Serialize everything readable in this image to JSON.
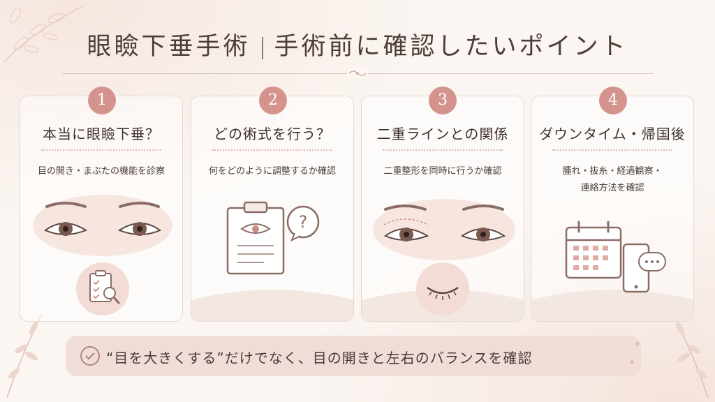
{
  "header": {
    "title_main": "眼瞼下垂手術",
    "title_sub": "手術前に確認したいポイント"
  },
  "cards": [
    {
      "num": "1",
      "title": "本当に眼瞼下垂？",
      "desc_lines": [
        "目の開き・まぶたの機能を診察"
      ],
      "icon": "clipboard-magnifier-icon"
    },
    {
      "num": "2",
      "title": "どの術式を行う？",
      "desc_lines": [
        "何をどのように調整するか確認"
      ],
      "icon": "clipboard-question-icon"
    },
    {
      "num": "3",
      "title": "二重ラインとの関係",
      "desc_lines": [
        "二重整形を同時に行うか確認"
      ],
      "icon": "closed-eye-icon"
    },
    {
      "num": "4",
      "title": "ダウンタイム・帰国後",
      "desc_lines": [
        "腫れ・抜糸・経過観察・",
        "連絡方法を確認"
      ],
      "icon": "calendar-phone-icon"
    }
  ],
  "footer": {
    "text": "“目を大きくする”だけでなく、目の開きと左右のバランスを確認",
    "icon": "check-circle-icon"
  },
  "colors": {
    "accent": "#d4948d",
    "background": "#fbf6f2",
    "footer_bg": "#f1ddd7",
    "text": "#4a3a36"
  }
}
